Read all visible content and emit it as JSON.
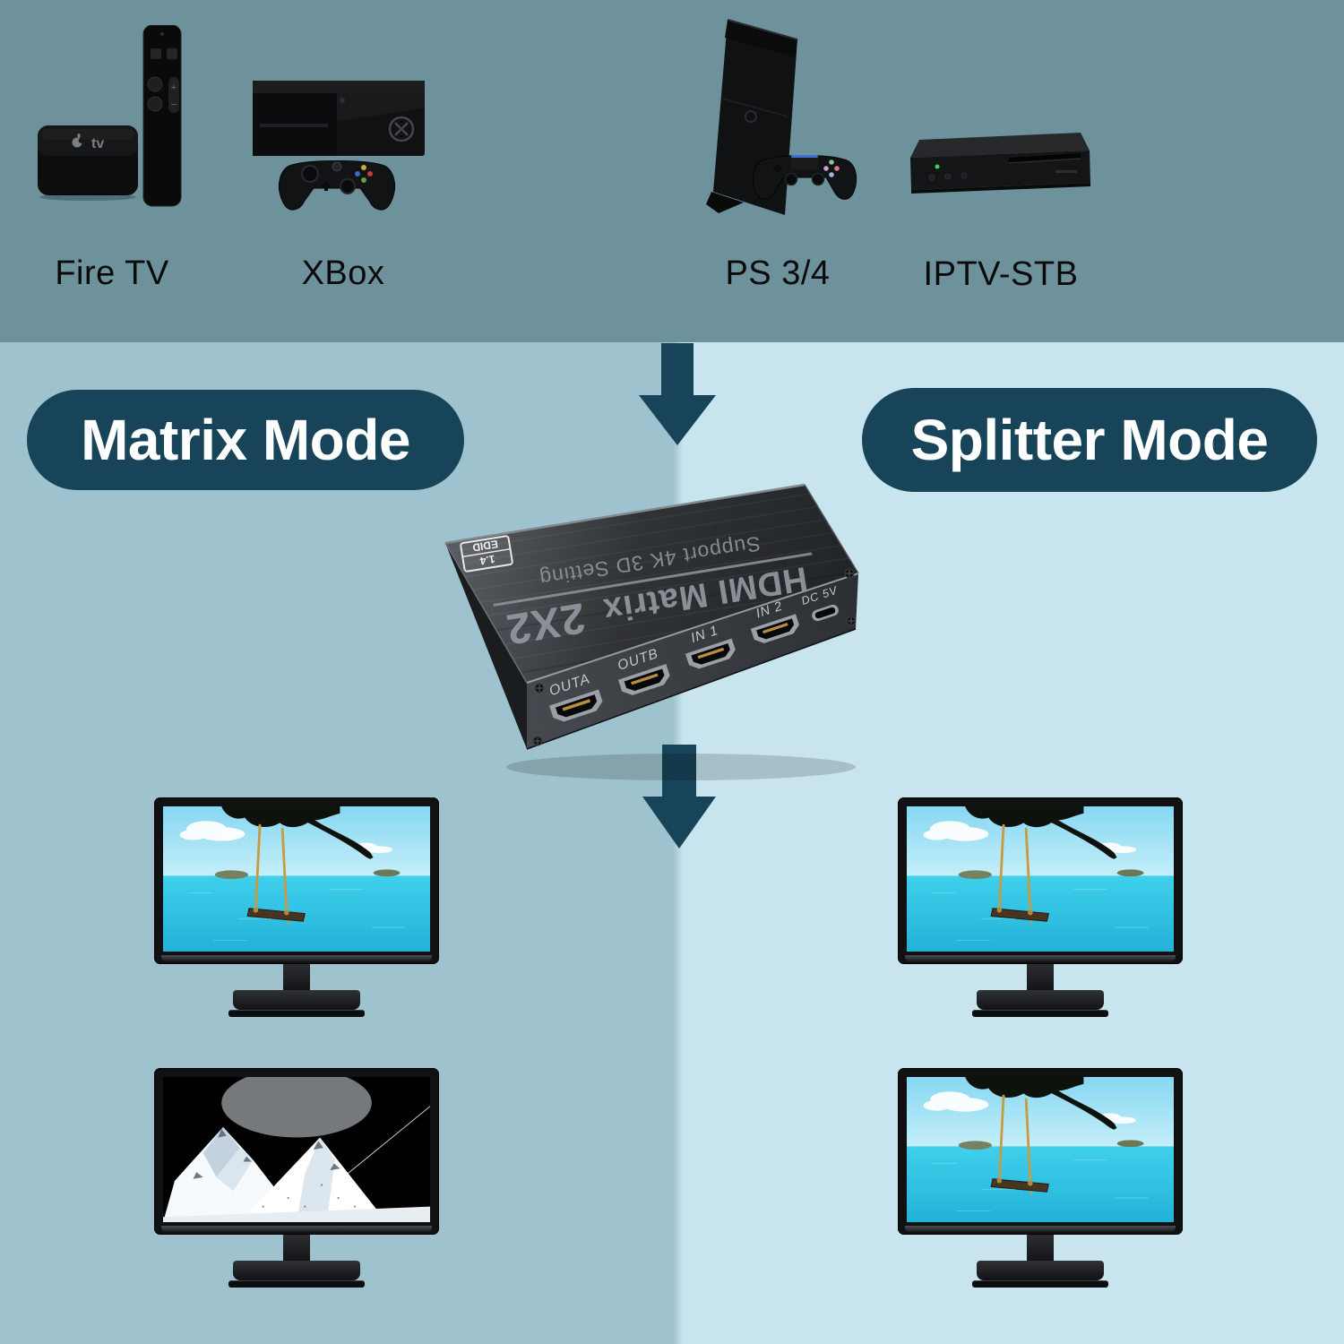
{
  "page": {
    "background_top": "#6d929c",
    "background_left": "#9fc3ce",
    "background_right": "#c8e5ef",
    "accent_navy": "#174459"
  },
  "sources": [
    {
      "label": "Fire TV",
      "icon": "apple-tv-icon"
    },
    {
      "label": "XBox",
      "icon": "xbox-console-icon"
    },
    {
      "label": "PS 3/4",
      "icon": "playstation-console-icon"
    },
    {
      "label": "IPTV-STB",
      "icon": "set-top-box-icon"
    }
  ],
  "modes": {
    "matrix": {
      "label": "Matrix Mode"
    },
    "splitter": {
      "label": "Splitter Mode"
    }
  },
  "device": {
    "title": "HDMI Matrix",
    "model": "2X2",
    "subtitle": "Support 4K 3D Setting",
    "badge": {
      "version": "1.4",
      "text": "EDID"
    },
    "ports": [
      "OUTA",
      "OUTB",
      "IN 1",
      "IN 2",
      "DC 5V"
    ]
  },
  "monitors": [
    {
      "id": "matrix-output-top",
      "scene": "beach"
    },
    {
      "id": "splitter-output-top",
      "scene": "beach"
    },
    {
      "id": "matrix-output-bottom",
      "scene": "mountain"
    },
    {
      "id": "splitter-output-bottom",
      "scene": "beach"
    }
  ]
}
